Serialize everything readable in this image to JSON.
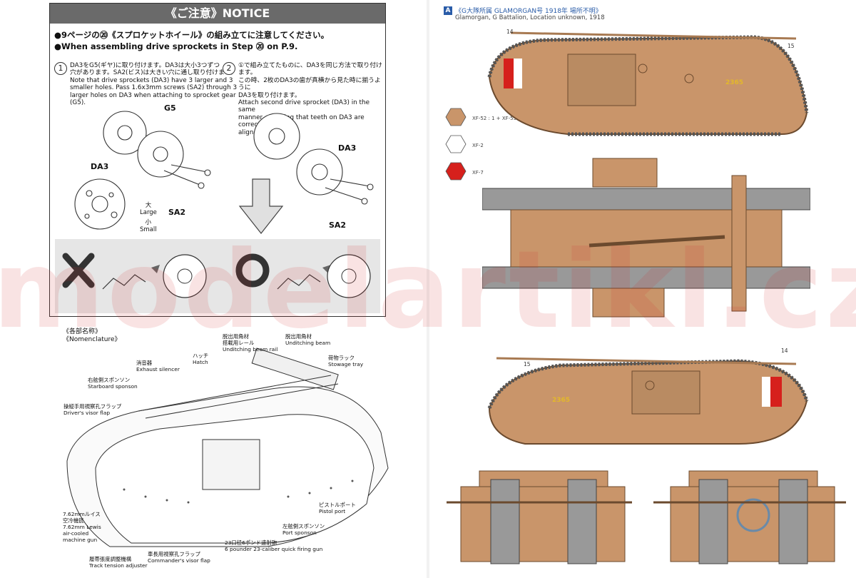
{
  "notice": {
    "header": "《ご注意》NOTICE",
    "lead_ja": "●9ページの⑳《スプロケットホイール》の組み立てに注意してください。",
    "lead_en": "●When assembling drive sprockets in Step ⑳ on P.9.",
    "step1": {
      "number": "1",
      "text_ja_1": "DA3をG5(ギヤ)に取り付けます。DA3は大小3つずつ",
      "text_ja_2": "穴があります。SA2(ビス)は大きい穴に通し取り付けます。",
      "text_en_1": "Note that drive sprockets (DA3) have 3 larger and 3",
      "text_en_2": "smaller holes. Pass 1.6x3mm screws (SA2) through 3",
      "text_en_3": "larger holes on DA3 when attaching to sprocket gear",
      "text_en_4": "(G5)."
    },
    "step2": {
      "number": "2",
      "text_ja_1": "①で組み立てたものに、DA3を同じ方法で取り付けます。",
      "text_ja_2": "この時、2枚のDA3の歯が真横から見た時に揃うように",
      "text_ja_3": "DA3を取り付けます。",
      "text_en_1": "Attach second drive sprocket (DA3) in the same",
      "text_en_2": "manner, ensuring that teeth on DA3 are correctly",
      "text_en_3": "aligned as shown."
    },
    "labels": {
      "g5": "G5",
      "da3_left": "DA3",
      "da3_right": "DA3",
      "sa2_left": "SA2",
      "sa2_right": "SA2",
      "large_ja": "大",
      "large_en": "Large",
      "small_ja": "小",
      "small_en": "Small"
    }
  },
  "nomenclature": {
    "title_ja": "《各部名称》",
    "title_en": "《Nomenclature》",
    "items": [
      {
        "ja": "脱出用角材",
        "en1": "Unditching beam",
        "en2": ""
      },
      {
        "ja": "脱出用角材",
        "en1": "搭載用レール",
        "en2": "Unditching beam rail"
      },
      {
        "ja": "ハッチ",
        "en1": "Hatch",
        "en2": ""
      },
      {
        "ja": "消音器",
        "en1": "Exhaust silencer",
        "en2": ""
      },
      {
        "ja": "右舷側スポンソン",
        "en1": "Starboard sponson",
        "en2": ""
      },
      {
        "ja": "操縦手用視察孔フラップ",
        "en1": "Driver's visor flap",
        "en2": ""
      },
      {
        "ja": "荷物ラック",
        "en1": "Stowage tray",
        "en2": ""
      },
      {
        "ja": "ピストルポート",
        "en1": "Pistol port",
        "en2": ""
      },
      {
        "ja": "左舷側スポンソン",
        "en1": "Port sponson",
        "en2": ""
      },
      {
        "ja": "23口径6ポンド速射砲",
        "en1": "6 pounder 23-caliber quick firing gun",
        "en2": ""
      },
      {
        "ja": "車長用視察孔フラップ",
        "en1": "Commander's visor flap",
        "en2": ""
      },
      {
        "ja": "履帯張度調整機構",
        "en1": "Track tension adjuster",
        "en2": ""
      },
      {
        "ja": "7.62mmルイス",
        "en1": "空冷機銃",
        "en2": "7.62mm Lewis"
      },
      {
        "ja": "",
        "en1": "air-cooled",
        "en2": "machine gun"
      }
    ]
  },
  "scheme": {
    "badge": "A",
    "title": "《G大隊所属 GLAMORGAN号 1918年 場所不明》",
    "subtitle": "Glamorgan, G Battalion, Location unknown, 1918",
    "paints": [
      {
        "label": "XF-52 : 1 + XF-55 : 1",
        "color": "#c9956a"
      },
      {
        "label": "XF-2",
        "color": "#ffffff"
      },
      {
        "label": "XF-7",
        "color": "#d6201c"
      }
    ],
    "markers": {
      "m14_top": "14",
      "m15_top": "15",
      "m15_bottom": "15",
      "m14_bottom": "14"
    },
    "hull_number_top": "2365",
    "hull_number_bottom": "2365",
    "colors": {
      "hull": "#c9956a",
      "hull_dark": "#a87a52",
      "stripe_red": "#d6201c",
      "accent_blue": "#2a5ca8"
    }
  },
  "watermark": "modelartikl.cz"
}
